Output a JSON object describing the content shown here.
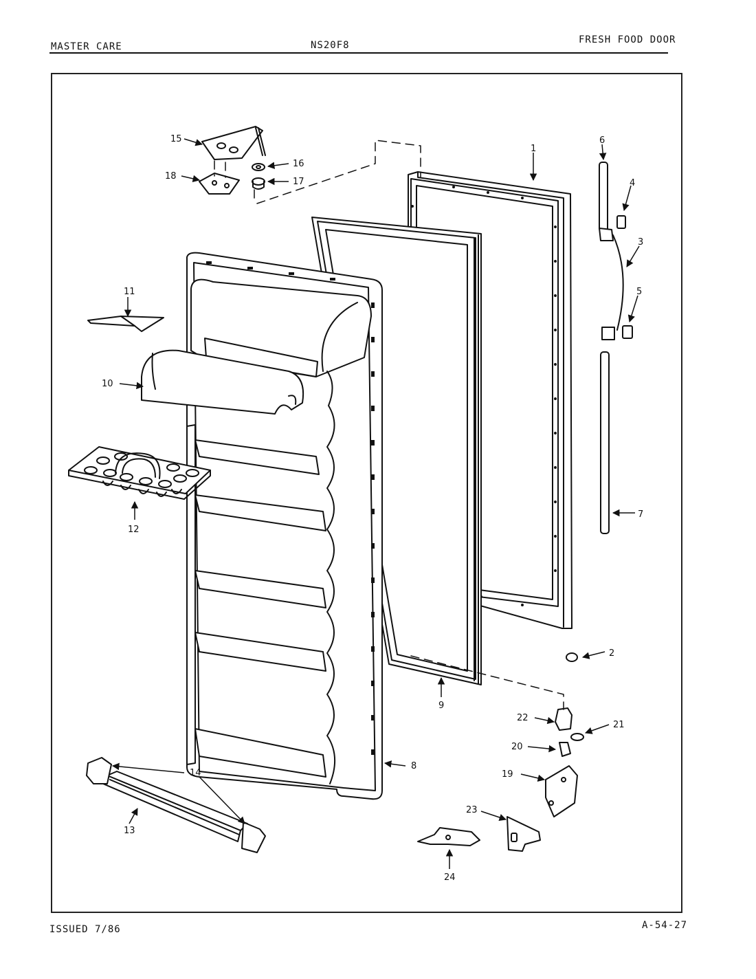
{
  "header": {
    "brand": "MASTER CARE",
    "model": "NS20F8",
    "section": "FRESH FOOD DOOR"
  },
  "footer": {
    "issued": "ISSUED 7/86",
    "document_number": "A-54-27"
  },
  "callouts": [
    {
      "id": "1",
      "text": "1"
    },
    {
      "id": "2",
      "text": "2"
    },
    {
      "id": "3",
      "text": "3"
    },
    {
      "id": "4",
      "text": "4"
    },
    {
      "id": "5",
      "text": "5"
    },
    {
      "id": "6",
      "text": "6"
    },
    {
      "id": "7",
      "text": "7"
    },
    {
      "id": "8",
      "text": "8"
    },
    {
      "id": "9",
      "text": "9"
    },
    {
      "id": "10",
      "text": "10"
    },
    {
      "id": "11",
      "text": "11"
    },
    {
      "id": "12",
      "text": "12"
    },
    {
      "id": "13",
      "text": "13"
    },
    {
      "id": "14",
      "text": "14"
    },
    {
      "id": "15",
      "text": "15"
    },
    {
      "id": "16",
      "text": "16"
    },
    {
      "id": "17",
      "text": "17"
    },
    {
      "id": "18",
      "text": "18"
    },
    {
      "id": "19",
      "text": "19"
    },
    {
      "id": "20",
      "text": "20"
    },
    {
      "id": "21",
      "text": "21"
    },
    {
      "id": "22",
      "text": "22"
    },
    {
      "id": "23",
      "text": "23"
    },
    {
      "id": "24",
      "text": "24"
    }
  ]
}
